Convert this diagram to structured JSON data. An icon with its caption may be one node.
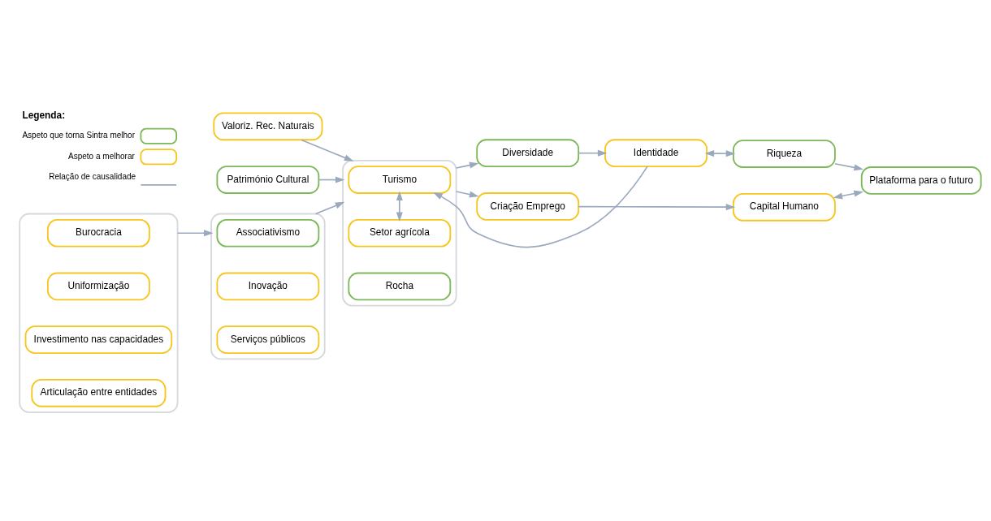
{
  "diagram": {
    "nodes": [
      {
        "text": [
          "Valoriz. Rec. Naturais"
        ]
      },
      {
        "text": [
          "Património Cultural"
        ]
      },
      {
        "text": [],
        "shape": "box"
      },
      {
        "text": [
          "Burocracia"
        ],
        "in": 2
      },
      {
        "text": [
          "Uniformização"
        ],
        "in": 2
      },
      {
        "text": [
          "Investimento nas capacidades"
        ],
        "in": 2
      },
      {
        "text": [
          "Articulação entre entidades"
        ],
        "in": 2
      },
      {
        "text": [],
        "shape": "box"
      },
      {
        "text": [
          "Associativismo"
        ],
        "in": 7
      },
      {
        "text": [
          "Inovação"
        ],
        "in": 7
      },
      {
        "text": [
          "Serviços públicos"
        ],
        "in": 7
      },
      {
        "text": [],
        "shape": "box"
      },
      {
        "text": [
          "Turismo"
        ],
        "in": 11
      },
      {
        "text": [
          "Setor agrícola"
        ],
        "in": 11
      },
      {
        "text": [
          "Rocha"
        ],
        "in": 11
      },
      {
        "text": [
          "Diversidade"
        ]
      },
      {
        "text": [
          "Identidade"
        ]
      },
      {
        "text": [
          "Riqueza"
        ]
      },
      {
        "text": [
          "Criação Emprego"
        ]
      },
      {
        "text": [
          "Capital Humano"
        ]
      },
      {
        "text": [
          "Plataforma para o futuro"
        ]
      }
    ],
    "edges": [
      {
        "from": 0,
        "to": 11,
        "arrow": "to"
      },
      {
        "from": 1,
        "to": 11,
        "arrow": "to"
      },
      {
        "from": 2,
        "to": 7,
        "arrow": "to"
      },
      {
        "from": 7,
        "to": 11,
        "arrow": "to"
      },
      {
        "from": 12,
        "to": 13,
        "arrow": "both"
      },
      {
        "from": 11,
        "to": 15,
        "arrow": "to"
      },
      {
        "from": 15,
        "to": 16,
        "arrow": "to"
      },
      {
        "from": 16,
        "to": 12,
        "arrow": "to"
      },
      {
        "from": 16,
        "to": 17,
        "arrow": "both"
      },
      {
        "from": 17,
        "to": 20,
        "arrow": "to"
      },
      {
        "from": 11,
        "to": 18,
        "arrow": "to"
      },
      {
        "from": 18,
        "to": 19,
        "arrow": "to"
      },
      {
        "from": 19,
        "to": 20,
        "arrow": "both"
      }
    ],
    "labels": [
      "Legenda:"
    ],
    "legend": [
      {
        "text": "Aspeto que torna Sintra melhor",
        "color": "#7cb85a"
      },
      {
        "text": "Aspeto a melhorar",
        "color": "#f7c51e"
      },
      {
        "text": "Relação de causalidade"
      }
    ]
  }
}
